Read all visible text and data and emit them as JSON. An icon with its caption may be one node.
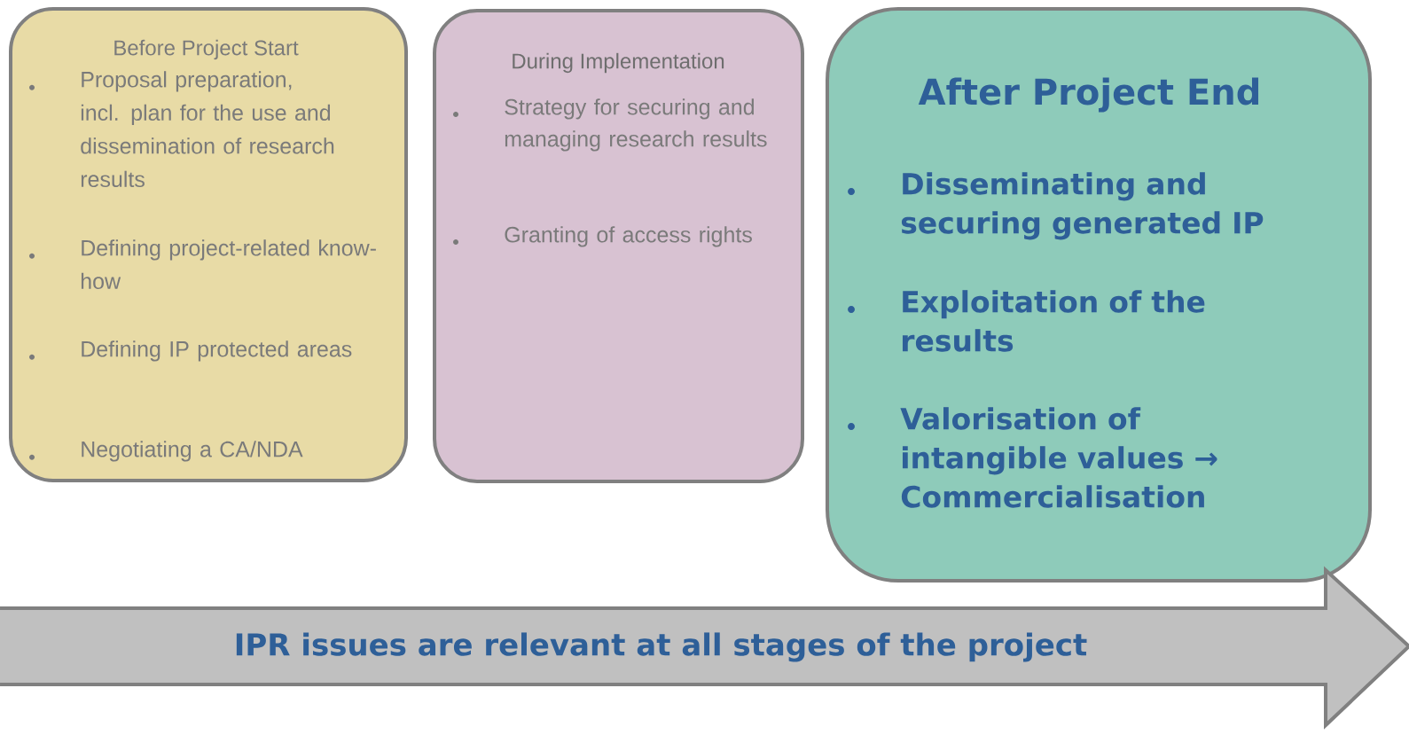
{
  "diagram": {
    "nodes": [
      {
        "text": [
          "Before Project Start",
          "Proposal preparation, incl. plan for the use and dissemination of research results",
          "Defining project-related know-how",
          "Defining IP protected areas",
          "Negotiating a CA/NDA"
        ]
      },
      {
        "text": [
          "During Implementation",
          "Strategy for securing and managing research results",
          "Granting of access rights"
        ]
      },
      {
        "text": [
          "After Project End",
          "Disseminating and securing generated IP",
          "Exploitation of the results",
          "Valorisation of intangible values → Commercialisation"
        ]
      },
      {
        "text": [
          "IPR issues are relevant at all stages of the project"
        ]
      }
    ]
  }
}
